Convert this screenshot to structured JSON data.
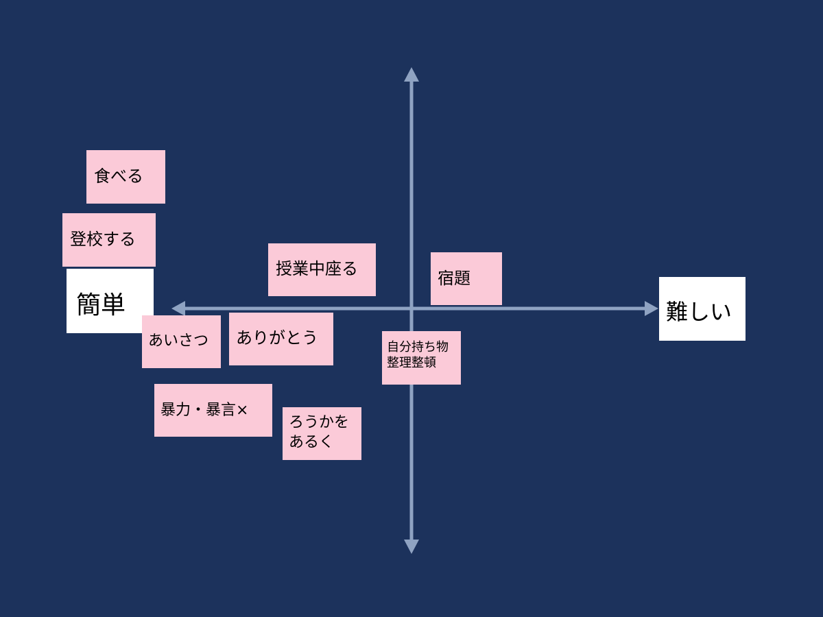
{
  "colors": {
    "background": "#1c325c",
    "axis": "#8fa3c2",
    "note": "#fbcad8",
    "endpoint": "#ffffff"
  },
  "axis": {
    "left_label": "簡単",
    "right_label": "難しい"
  },
  "notes": {
    "taberu": "食べる",
    "toukou": "登校する",
    "jugyou": "授業中座る",
    "shukudai": "宿題",
    "aisatsu": "あいさつ",
    "arigatou": "ありがとう",
    "jibun_line1": "自分持ち物",
    "jibun_line2": "整理整頓",
    "bouryoku": "暴力・暴言×",
    "rouka_line1": "ろうかを",
    "rouka_line2": "あるく"
  }
}
